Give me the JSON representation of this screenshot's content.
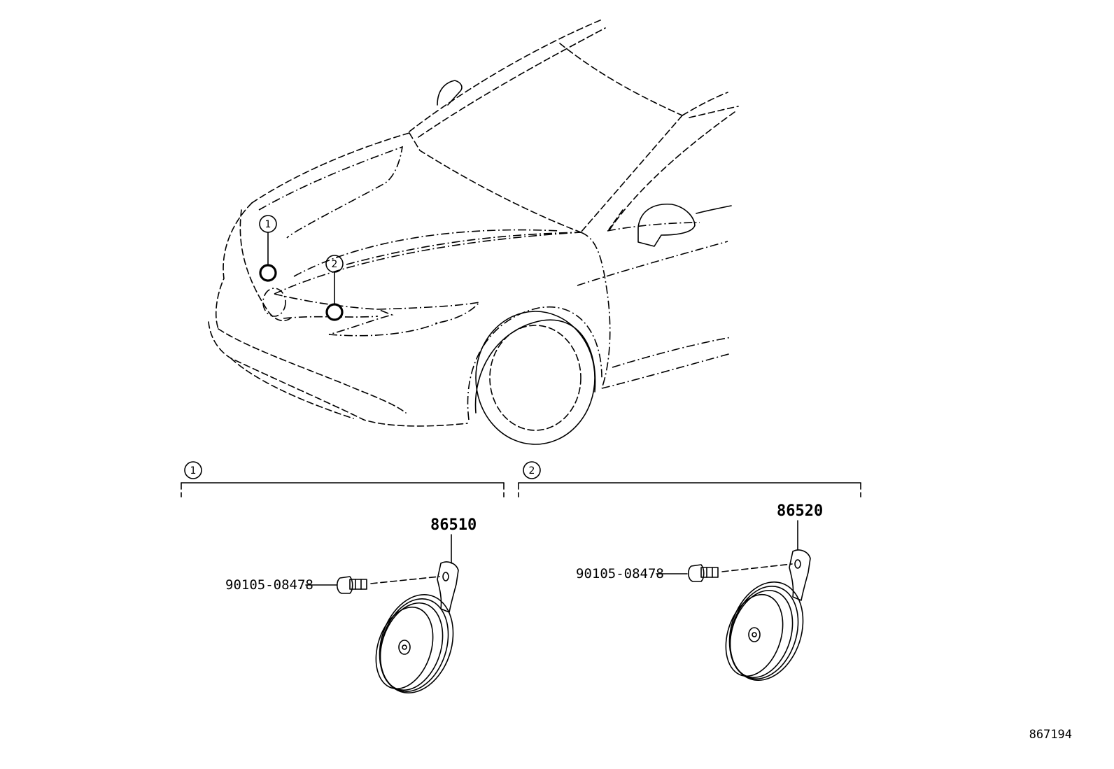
{
  "callouts": [
    {
      "num": "1"
    },
    {
      "num": "2"
    }
  ],
  "sections": [
    {
      "num": "1",
      "horn_part": "86510",
      "bolt_part": "90105-08478"
    },
    {
      "num": "2",
      "horn_part": "86520",
      "bolt_part": "90105-08478"
    }
  ],
  "reference_number": "867194"
}
